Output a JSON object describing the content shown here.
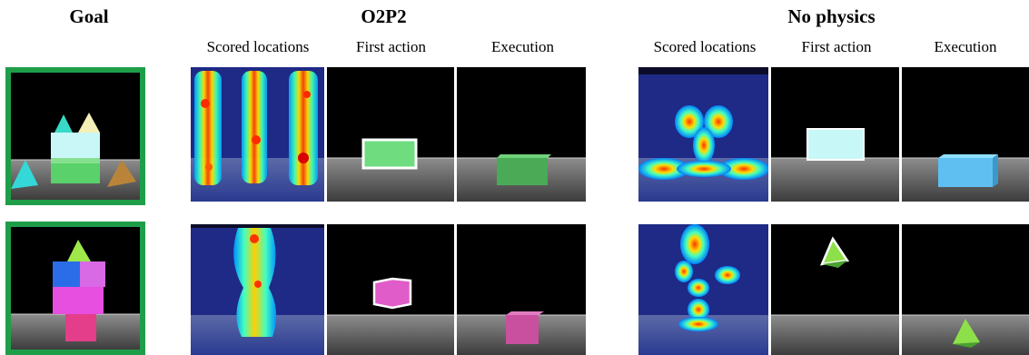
{
  "headers": {
    "goal": "Goal",
    "o2p2": "O2P2",
    "no_physics": "No physics"
  },
  "columns": {
    "scored_locations": "Scored locations",
    "first_action": "First action",
    "execution": "Execution"
  },
  "colors": {
    "goal_border": "#1f9e4a",
    "action_outline": "#ffffff"
  }
}
